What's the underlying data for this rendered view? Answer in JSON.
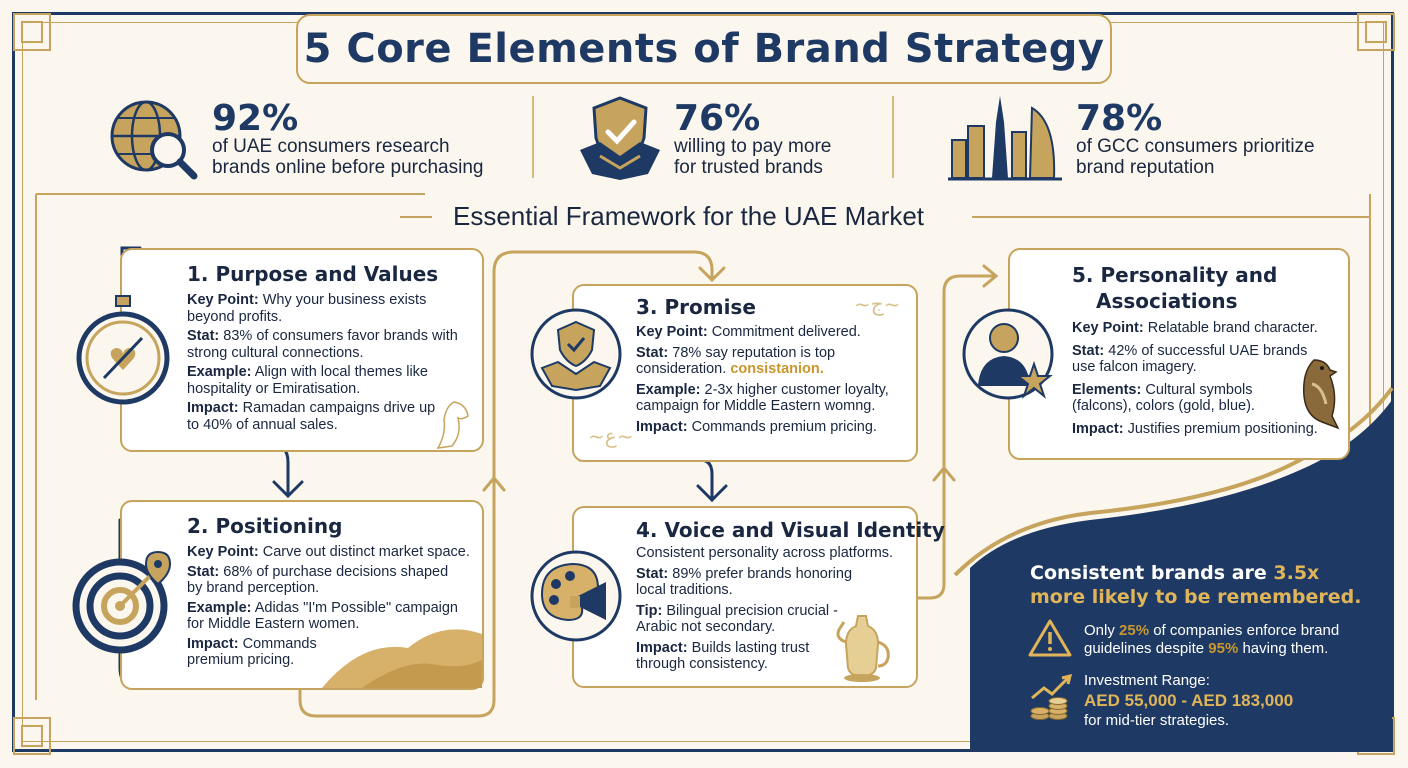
{
  "title": "5 Core Elements of Brand Strategy",
  "subtitle": "Essential Framework for the UAE Market",
  "stats": [
    {
      "icon": "globe-search-icon",
      "value": "92%",
      "line1": "of UAE consumers research",
      "line2": "brands online before purchasing"
    },
    {
      "icon": "shield-handshake-icon",
      "value": "76%",
      "line1": "willing to pay more",
      "line2": "for trusted brands"
    },
    {
      "icon": "skyline-icon",
      "value": "78%",
      "line1": "of GCC consumers prioritize",
      "line2": "brand reputation"
    }
  ],
  "cards": {
    "c1": {
      "icon": "compass-heart-icon",
      "title": "1. Purpose and Values",
      "kp_label": "Key Point:",
      "kp_l1": "Why your business exists",
      "kp_l2": "beyond profits.",
      "stat_label": "Stat:",
      "stat_l1": "83% of consumers favor brands with",
      "stat_l2": "strong cultural connections.",
      "ex_label": "Example:",
      "ex_l1": "Align with local themes like",
      "ex_l2": "hospitality or Emiratisation.",
      "imp_label": "Impact:",
      "imp_l1": "Ramadan campaigns drive up",
      "imp_l2": "to 40% of annual sales."
    },
    "c2": {
      "icon": "target-icon",
      "title": "2. Positioning",
      "kp_label": "Key Point:",
      "kp_l1": "Carve out distinct market space.",
      "stat_label": "Stat:",
      "stat_l1": "68% of purchase decisions shaped",
      "stat_l2": "by brand perception.",
      "ex_label": "Example:",
      "ex_l1": "Adidas \"I'm Possible\" campaign",
      "ex_l2": "for Middle Eastern women.",
      "imp_label": "Impact:",
      "imp_l1": "Commands",
      "imp_l2": "premium pricing."
    },
    "c3": {
      "icon": "shield-handshake-icon",
      "title": "3. Promise",
      "kp_label": "Key Point:",
      "kp_l1": "Commitment delivered.",
      "stat_label": "Stat:",
      "stat_l1": "78% say reputation is top",
      "stat_l2": "consideration.",
      "stat_gold": "consistanion.",
      "ex_label": "Example:",
      "ex_l1": "2-3x higher customer loyalty,",
      "ex_l2": "campaign for Middle Eastern womng.",
      "imp_label": "Impact:",
      "imp_l1": "Commands premium pricing."
    },
    "c4": {
      "icon": "palette-megaphone-icon",
      "title": "4. Voice and Visual Identity",
      "intro": "Consistent personality across platforms.",
      "stat_label": "Stat:",
      "stat_l1": "89% prefer brands honoring",
      "stat_l2": "local traditions.",
      "tip_label": "Tip:",
      "tip_l1": "Bilingual precision crucial -",
      "tip_l2": "Arabic not secondary.",
      "imp_label": "Impact:",
      "imp_l1": "Builds lasting trust",
      "imp_l2": "through consistency."
    },
    "c5": {
      "icon": "person-star-icon",
      "title_l1": "5. Personality and",
      "title_l2": "Associations",
      "kp_label": "Key Point:",
      "kp_l1": "Relatable brand character.",
      "stat_label": "Stat:",
      "stat_l1": "42% of successful UAE brands",
      "stat_l2": "use falcon imagery.",
      "el_label": "Elements:",
      "el_l1": "Cultural symbols",
      "el_l2": "(falcons), colors (gold, blue).",
      "imp_label": "Impact:",
      "imp_l1": "Justifies premium positioning."
    }
  },
  "panel": {
    "headline_l1a": "Consistent brands are ",
    "headline_l1b": "3.5x",
    "headline_l2": "more likely to be remembered.",
    "warn_l1a": "Only ",
    "warn_pct1": "25%",
    "warn_l1b": " of companies enforce brand",
    "warn_l2a": "guidelines despite ",
    "warn_pct2": "95%",
    "warn_l2b": " having them.",
    "inv_label": "Investment Range:",
    "inv_range": "AED 55,000 - AED 183,000",
    "inv_note": "for mid-tier strategies."
  },
  "colors": {
    "navy": "#1e3a64",
    "gold": "#c7a45d",
    "cream": "#fbf7ee"
  }
}
